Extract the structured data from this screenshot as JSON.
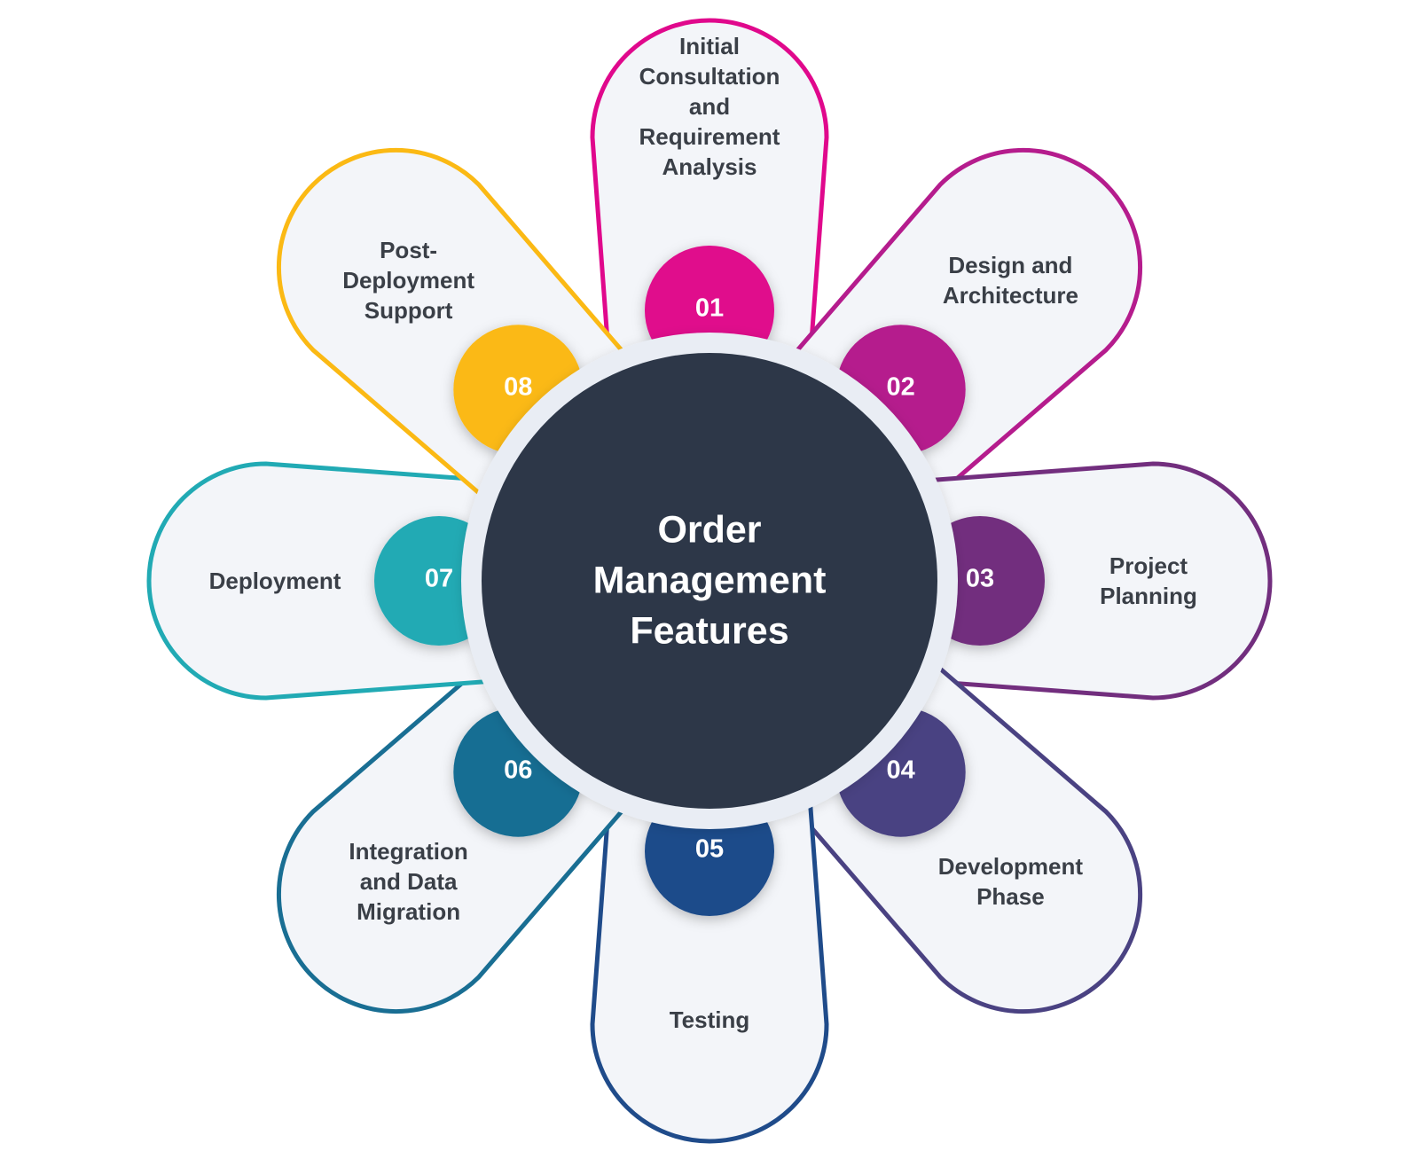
{
  "center": {
    "title": "Order\nManagement\nFeatures",
    "fill": "#2d3748",
    "ring": "#e9edf4"
  },
  "steps": [
    {
      "number": "01",
      "label": "Initial\nConsultation\nand\nRequirement\nAnalysis",
      "color": "#e0088c"
    },
    {
      "number": "02",
      "label": "Design and\nArchitecture",
      "color": "#b51c8d"
    },
    {
      "number": "03",
      "label": "Project\nPlanning",
      "color": "#722e7e"
    },
    {
      "number": "04",
      "label": "Development\nPhase",
      "color": "#4a4282"
    },
    {
      "number": "05",
      "label": "Testing",
      "color": "#1f4b8a"
    },
    {
      "number": "06",
      "label": "Integration\nand Data\nMigration",
      "color": "#196e93"
    },
    {
      "number": "07",
      "label": "Deployment",
      "color": "#21aab4"
    },
    {
      "number": "08",
      "label": "Post-\nDeployment\nSupport",
      "color": "#fbb914"
    }
  ],
  "petal_fill": "#f3f5f9"
}
